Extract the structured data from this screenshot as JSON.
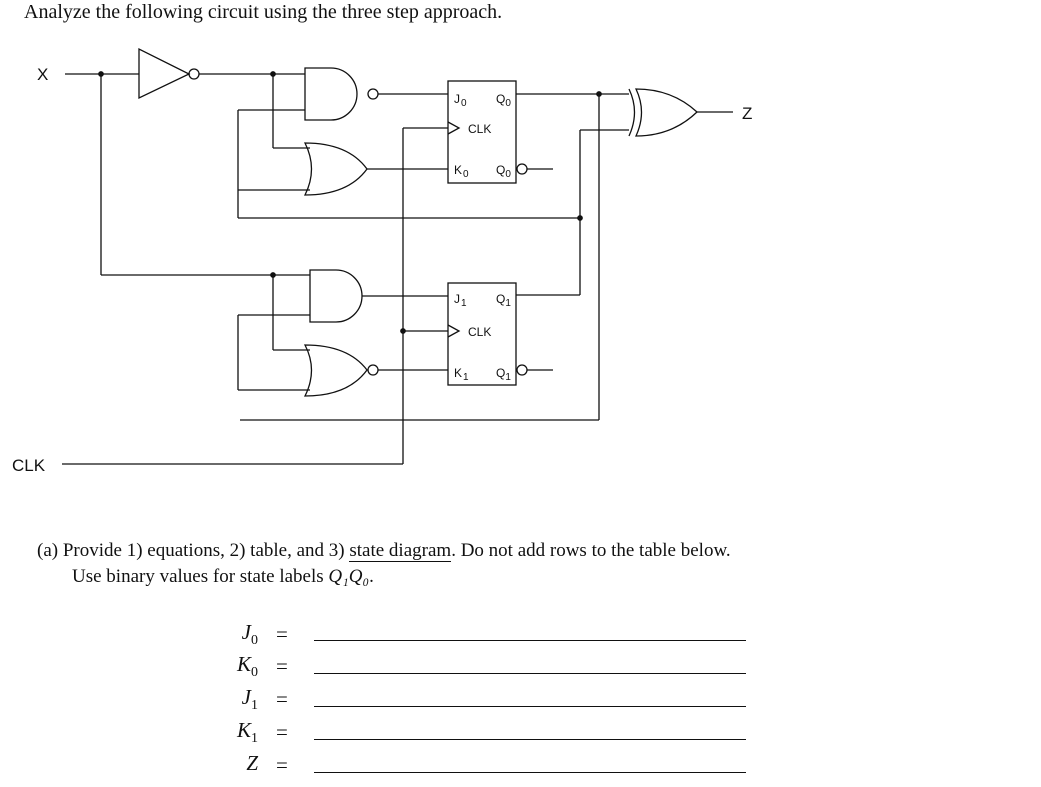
{
  "instructions": "Analyze the following circuit using the three step approach.",
  "circuit": {
    "input_x": "X",
    "input_clk": "CLK",
    "output_z": "Z",
    "ff0": {
      "j": "J",
      "j_sub": "0",
      "k": "K",
      "k_sub": "0",
      "q": "Q",
      "q_sub": "0",
      "qbar": "Q",
      "qbar_sub": "0",
      "clk": "CLK"
    },
    "ff1": {
      "j": "J",
      "j_sub": "1",
      "k": "K",
      "k_sub": "1",
      "q": "Q",
      "q_sub": "1",
      "qbar": "Q",
      "qbar_sub": "1",
      "clk": "CLK"
    }
  },
  "part_a": {
    "label": "(a)",
    "text_a": "Provide 1) equations, 2) table, and 3) ",
    "text_link": "state diagram",
    "text_b": ". Do not add rows to the table below.",
    "line2_prefix": "Use binary values for state labels ",
    "line2_math": "Q₁Q₀",
    "line2_suffix": "."
  },
  "equations": [
    {
      "var": "J",
      "sub": "0"
    },
    {
      "var": "K",
      "sub": "0"
    },
    {
      "var": "J",
      "sub": "1"
    },
    {
      "var": "K",
      "sub": "1"
    },
    {
      "var": "Z",
      "sub": ""
    }
  ],
  "equals_sign": "="
}
